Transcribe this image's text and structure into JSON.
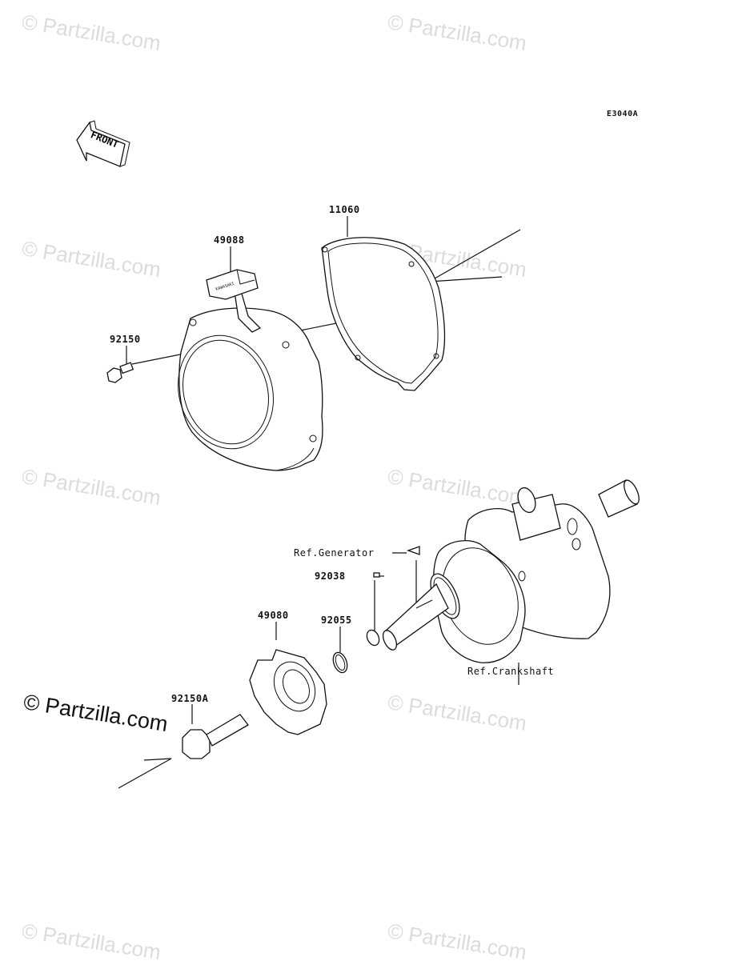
{
  "diagram_code": "E3040A",
  "front_label": "FRONT",
  "parts": {
    "p49088": "49088",
    "p11060": "11060",
    "p92150": "92150",
    "p92038": "92038",
    "p92055": "92055",
    "p49080": "49080",
    "p92150A": "92150A"
  },
  "refs": {
    "generator": "Ref.Generator",
    "crankshaft": "Ref.Crankshaft"
  },
  "starter_badge": "KAWASAKI",
  "watermark": {
    "text": "© Partzilla.com",
    "main_text": "© Partzilla.com"
  }
}
